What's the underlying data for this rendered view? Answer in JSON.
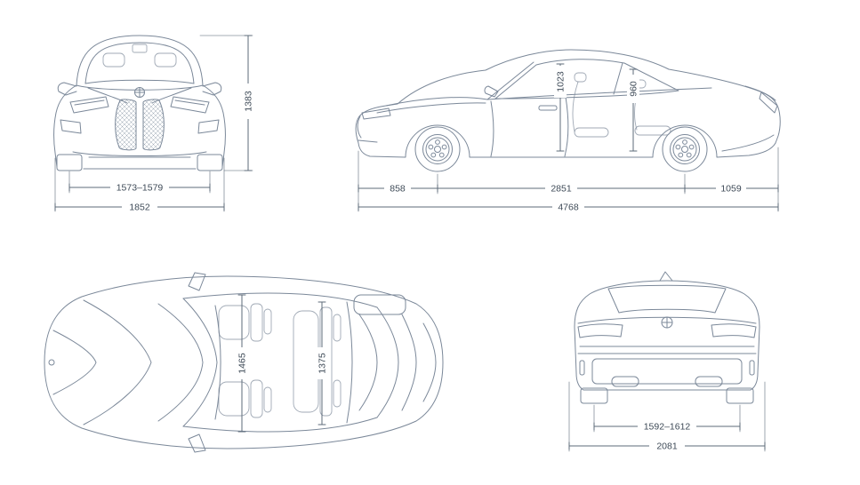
{
  "diagram": {
    "colors": {
      "line": "#7b8899",
      "dimension": "#5e6b7a",
      "text": "#3e4a57",
      "background": "#ffffff"
    },
    "front_view": {
      "height": "1383",
      "front_track": "1573–1579",
      "overall_width": "1852"
    },
    "side_view": {
      "front_overhang": "858",
      "wheelbase": "2851",
      "rear_overhang": "1059",
      "overall_length": "4768",
      "interior_height_front": "1023",
      "interior_height_rear": "960"
    },
    "top_view": {
      "interior_width_front": "1465",
      "interior_width_rear": "1375"
    },
    "rear_view": {
      "rear_track": "1592–1612",
      "overall_width": "2081"
    }
  }
}
